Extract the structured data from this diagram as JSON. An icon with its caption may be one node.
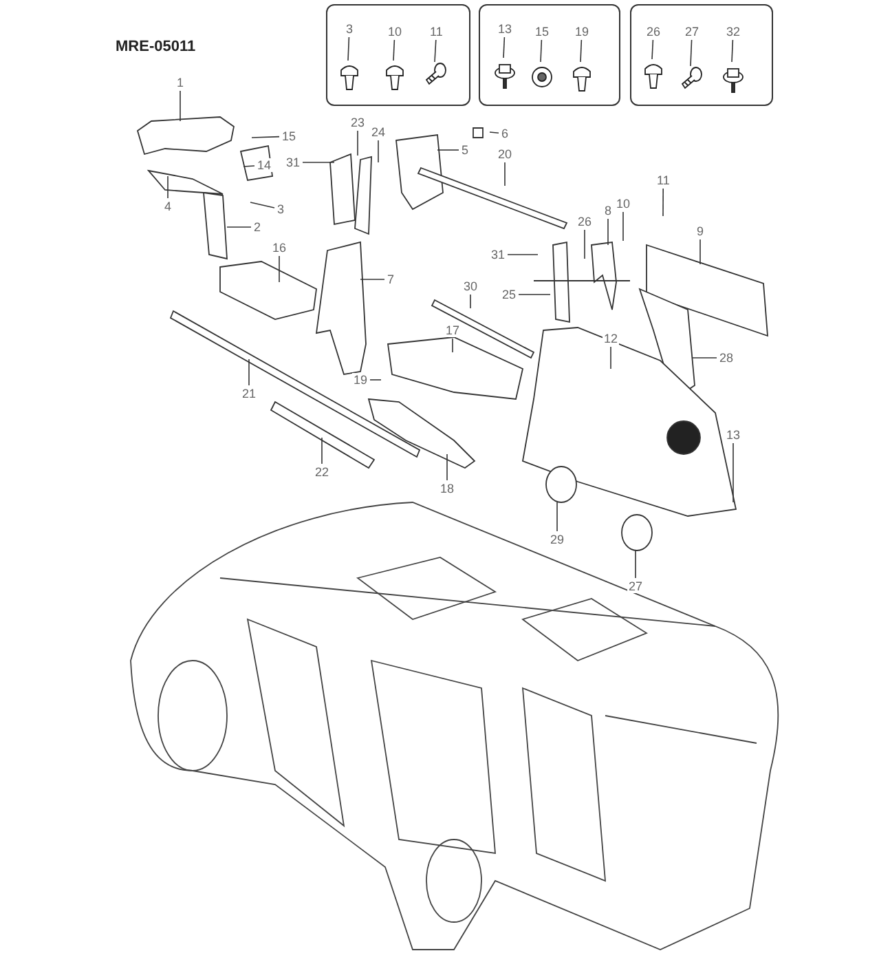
{
  "diagram": {
    "title": "MRE-05011",
    "nodes": [
      {
        "text": [],
        "shape": "box"
      },
      {
        "text": [
          "3"
        ],
        "in": 0
      },
      {
        "text": [
          "10"
        ],
        "in": 0
      },
      {
        "text": [
          "11"
        ],
        "in": 0
      },
      {
        "text": [],
        "shape": "box"
      },
      {
        "text": [
          "13"
        ],
        "in": 4
      },
      {
        "text": [
          "15"
        ],
        "in": 4
      },
      {
        "text": [
          "19"
        ],
        "in": 4
      },
      {
        "text": [],
        "shape": "box"
      },
      {
        "text": [
          "26"
        ],
        "in": 8
      },
      {
        "text": [
          "27"
        ],
        "in": 8
      },
      {
        "text": [
          "32"
        ],
        "in": 8
      },
      {
        "text": [
          "1"
        ]
      },
      {
        "text": [
          "6"
        ]
      },
      {
        "text": [
          "23"
        ]
      },
      {
        "text": [
          "24"
        ]
      },
      {
        "text": [
          "15"
        ]
      },
      {
        "text": [
          "5"
        ]
      },
      {
        "text": [
          "20"
        ]
      },
      {
        "text": [
          "31"
        ]
      },
      {
        "text": [
          "14"
        ]
      },
      {
        "text": [
          "11"
        ]
      },
      {
        "text": [
          "10"
        ]
      },
      {
        "text": [
          "4"
        ]
      },
      {
        "text": [
          "8"
        ]
      },
      {
        "text": [
          "3"
        ]
      },
      {
        "text": [
          "26"
        ]
      },
      {
        "text": [
          "2"
        ]
      },
      {
        "text": [
          "9"
        ]
      },
      {
        "text": [
          "16"
        ]
      },
      {
        "text": [
          "31"
        ]
      },
      {
        "text": [
          "7"
        ]
      },
      {
        "text": [
          "30"
        ]
      },
      {
        "text": [
          "25"
        ]
      },
      {
        "text": [
          "17"
        ]
      },
      {
        "text": [
          "12"
        ]
      },
      {
        "text": [
          "28"
        ]
      },
      {
        "text": [
          "19"
        ]
      },
      {
        "text": [
          "21"
        ]
      },
      {
        "text": [
          "13"
        ]
      },
      {
        "text": [
          "22"
        ]
      },
      {
        "text": [
          "18"
        ]
      },
      {
        "text": [
          "29"
        ]
      },
      {
        "text": [
          "27"
        ]
      }
    ],
    "edges": [
      {
        "from": 1,
        "to": null,
        "arrow": "none"
      },
      {
        "from": 2,
        "to": null,
        "arrow": "none"
      },
      {
        "from": 3,
        "to": null,
        "arrow": "none"
      },
      {
        "from": 5,
        "to": null,
        "arrow": "none"
      },
      {
        "from": 6,
        "to": null,
        "arrow": "none"
      },
      {
        "from": 7,
        "to": null,
        "arrow": "none"
      },
      {
        "from": 9,
        "to": null,
        "arrow": "none"
      },
      {
        "from": 10,
        "to": null,
        "arrow": "none"
      },
      {
        "from": 11,
        "to": null,
        "arrow": "none"
      },
      {
        "from": 12,
        "to": null,
        "arrow": "none"
      },
      {
        "from": 13,
        "to": null,
        "arrow": "none"
      },
      {
        "from": 14,
        "to": null,
        "arrow": "none"
      },
      {
        "from": 15,
        "to": null,
        "arrow": "none"
      },
      {
        "from": 16,
        "to": null,
        "arrow": "none"
      },
      {
        "from": 17,
        "to": null,
        "arrow": "none"
      },
      {
        "from": 18,
        "to": null,
        "arrow": "none"
      },
      {
        "from": 19,
        "to": null,
        "arrow": "none"
      },
      {
        "from": 20,
        "to": null,
        "arrow": "none"
      },
      {
        "from": 21,
        "to": null,
        "arrow": "none"
      },
      {
        "from": 22,
        "to": null,
        "arrow": "none"
      },
      {
        "from": 23,
        "to": null,
        "arrow": "none"
      },
      {
        "from": 24,
        "to": null,
        "arrow": "none"
      },
      {
        "from": 25,
        "to": null,
        "arrow": "none"
      },
      {
        "from": 26,
        "to": null,
        "arrow": "none"
      },
      {
        "from": 27,
        "to": null,
        "arrow": "none"
      },
      {
        "from": 28,
        "to": null,
        "arrow": "none"
      },
      {
        "from": 29,
        "to": null,
        "arrow": "none"
      },
      {
        "from": 30,
        "to": null,
        "arrow": "none"
      },
      {
        "from": 31,
        "to": null,
        "arrow": "none"
      },
      {
        "from": 32,
        "to": null,
        "arrow": "none"
      },
      {
        "from": 33,
        "to": null,
        "arrow": "none"
      },
      {
        "from": 34,
        "to": null,
        "arrow": "none"
      },
      {
        "from": 35,
        "to": null,
        "arrow": "none"
      },
      {
        "from": 36,
        "to": null,
        "arrow": "none"
      },
      {
        "from": 37,
        "to": null,
        "arrow": "none"
      },
      {
        "from": 38,
        "to": null,
        "arrow": "none"
      },
      {
        "from": 39,
        "to": null,
        "arrow": "none"
      },
      {
        "from": 40,
        "to": null,
        "arrow": "none"
      },
      {
        "from": 41,
        "to": null,
        "arrow": "none"
      },
      {
        "from": 42,
        "to": null,
        "arrow": "none"
      },
      {
        "from": 43,
        "to": null,
        "arrow": "none"
      }
    ]
  }
}
